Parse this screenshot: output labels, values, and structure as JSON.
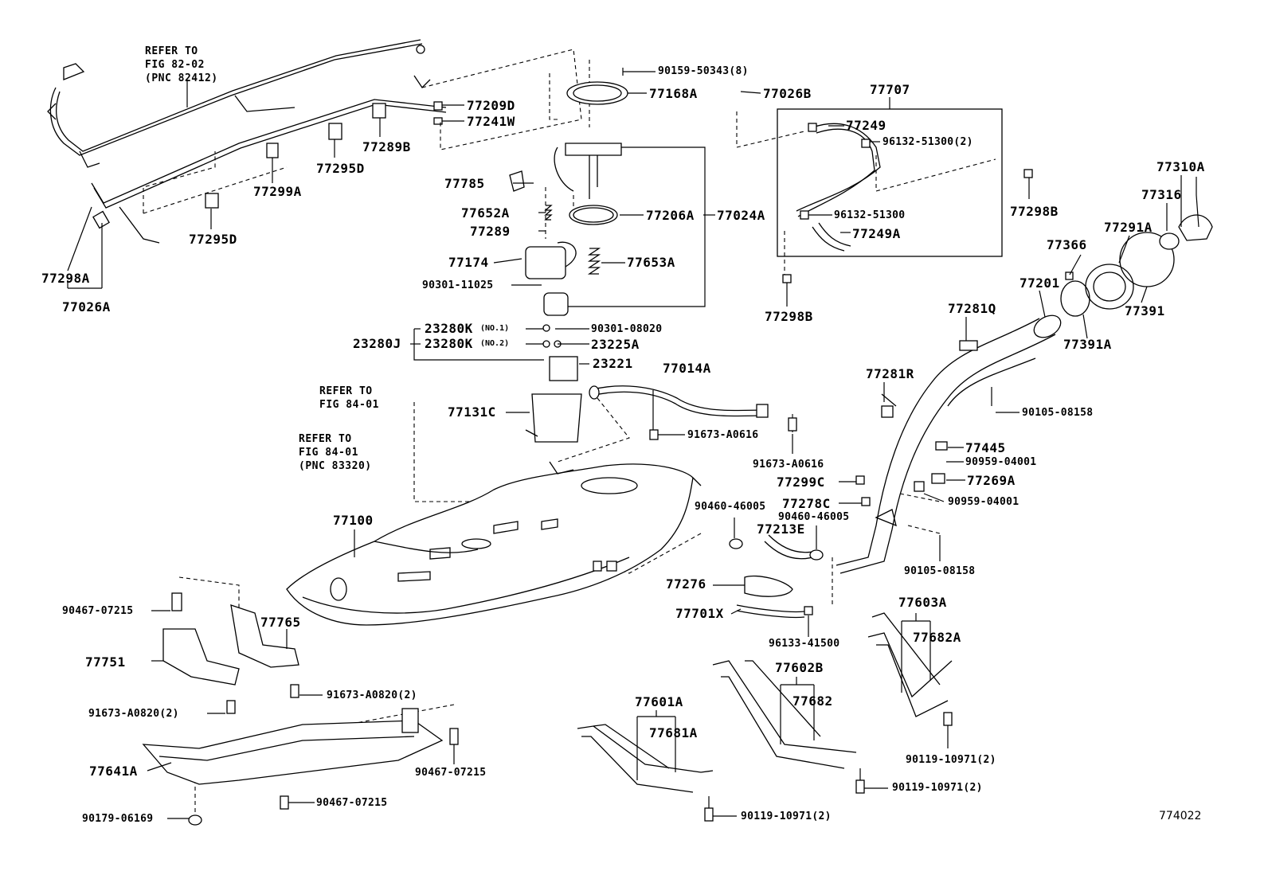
{
  "diagram_id": "774022",
  "refs": {
    "ref1_line1": "REFER TO",
    "ref1_line2": "FIG 82-02",
    "ref1_line3": "(PNC 82412)",
    "ref2_line1": "REFER TO",
    "ref2_line2": "FIG 84-01",
    "ref3_line1": "REFER TO",
    "ref3_line2": "FIG 84-01",
    "ref3_line3": "(PNC 83320)"
  },
  "labels": {
    "p90159": "90159-50343(8)",
    "p77168A": "77168A",
    "p77026B": "77026B",
    "p77707": "77707",
    "p77209D": "77209D",
    "p77241W": "77241W",
    "p77289B": "77289B",
    "p77295D_a": "77295D",
    "p77299A": "77299A",
    "p77295D_b": "77295D",
    "p77298A": "77298A",
    "p77026A": "77026A",
    "p77785": "77785",
    "p77652A": "77652A",
    "p77289": "77289",
    "p77174": "77174",
    "p90301_11025": "90301-11025",
    "p77206A": "77206A",
    "p77024A": "77024A",
    "p77653A": "77653A",
    "p77249": "77249",
    "p96132_51300_2": "96132-51300(2)",
    "p96132_51300": "96132-51300",
    "p77249A": "77249A",
    "p77298B_a": "77298B",
    "p77298B_b": "77298B",
    "p77310A": "77310A",
    "p77316": "77316",
    "p77291A": "77291A",
    "p77366": "77366",
    "p77201": "77201",
    "p77391": "77391",
    "p77391A": "77391A",
    "p77281Q": "77281Q",
    "p77281R": "77281R",
    "p90105_08158_a": "90105-08158",
    "p23280K_1": "23280K",
    "p23280K_1n": "(NO.1)",
    "p23280K_2": "23280K",
    "p23280K_2n": "(NO.2)",
    "p23280J": "23280J",
    "p90301_08020": "90301-08020",
    "p23225A": "23225A",
    "p23221": "23221",
    "p77014A": "77014A",
    "p77131C": "77131C",
    "p91673_A0616_a": "91673-A0616",
    "p91673_A0616_b": "91673-A0616",
    "p77445": "77445",
    "p90959_04001_a": "90959-04001",
    "p77299C": "77299C",
    "p77269A": "77269A",
    "p90460_46005_a": "90460-46005",
    "p77278C": "77278C",
    "p90959_04001_b": "90959-04001",
    "p90460_46005_b": "90460-46005",
    "p77213E": "77213E",
    "p77100": "77100",
    "p90105_08158_b": "90105-08158",
    "p77276": "77276",
    "p77701X": "77701X",
    "p96133_41500": "96133-41500",
    "p77603A": "77603A",
    "p77682A": "77682A",
    "p90467_07215_a": "90467-07215",
    "p77765": "77765",
    "p77751": "77751",
    "p91673_A0820_2a": "91673-A0820(2)",
    "p91673_A0820_2b": "91673-A0820(2)",
    "p77602B": "77602B",
    "p77682": "77682",
    "p77601A": "77601A",
    "p77681A": "77681A",
    "p90119_a": "90119-10971(2)",
    "p90119_b": "90119-10971(2)",
    "p90119_c": "90119-10971(2)",
    "p77641A": "77641A",
    "p90467_07215_b": "90467-07215",
    "p90467_07215_c": "90467-07215",
    "p90179_06169": "90179-06169"
  }
}
